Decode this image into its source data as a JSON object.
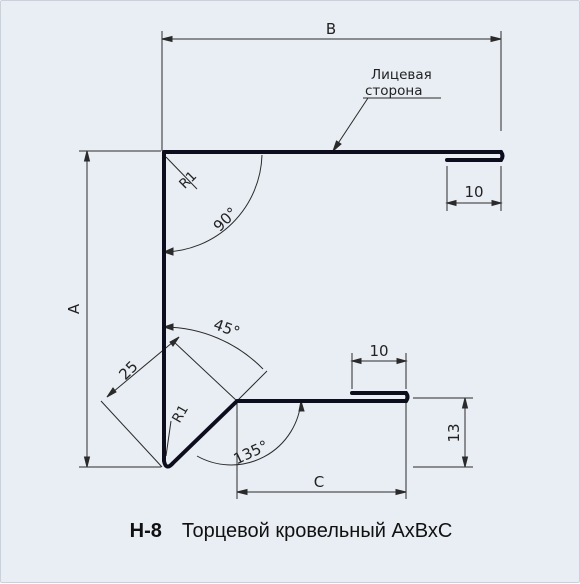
{
  "labels": {
    "B": "B",
    "A": "A",
    "C": "C",
    "face_side_line1": "Лицевая",
    "face_side_line2": "сторона",
    "R1_top": "R1",
    "R1_bottom": "R1",
    "angle_90": "90°",
    "angle_45": "45°",
    "angle_135": "135°",
    "dim_10_top": "10",
    "dim_10_bottom": "10",
    "dim_13": "13",
    "dim_25": "25"
  },
  "caption": {
    "code": "Н-8",
    "title": "Торцевой кровельный АхВхС"
  },
  "colors": {
    "profile": "#0d0d1e",
    "dimension_lines": "#2a2a2a",
    "background": "#e9eef4"
  }
}
